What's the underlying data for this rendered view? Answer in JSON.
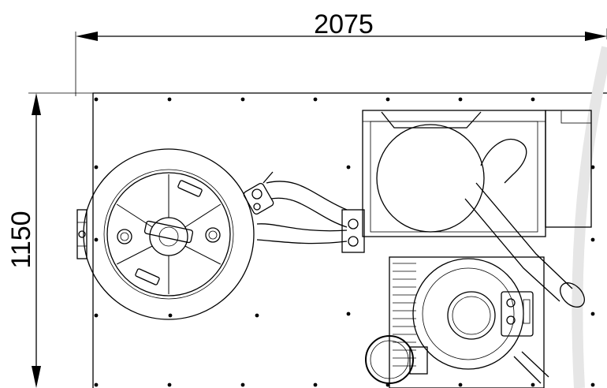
{
  "dimensions": {
    "width_label": "2075",
    "height_label": "1150"
  },
  "colors": {
    "line": "#000000",
    "background": "#ffffff"
  },
  "components": [
    "base-frame",
    "round-tank-with-lid",
    "hopper-box",
    "pump-motor-unit",
    "connecting-hoses",
    "bolt-holes"
  ]
}
